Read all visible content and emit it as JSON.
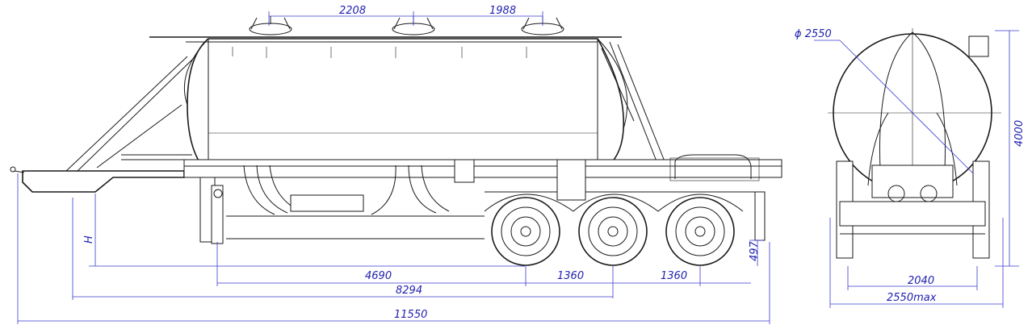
{
  "dimensions": {
    "hatch_spacing_1": "2208",
    "hatch_spacing_2": "1988",
    "length_kingpin_to_axle": "4690",
    "axle_spacing_1": "1360",
    "axle_spacing_2": "1360",
    "length_front_to_axle": "8294",
    "overall_length": "11550",
    "height_label": "H",
    "rear_height": "497",
    "tank_diameter": "ϕ 2550",
    "overall_height": "4000",
    "track_width": "2040",
    "overall_width": "2550max"
  },
  "colors": {
    "dimension": "#1f1fb0",
    "line": "#1a1a1a"
  }
}
